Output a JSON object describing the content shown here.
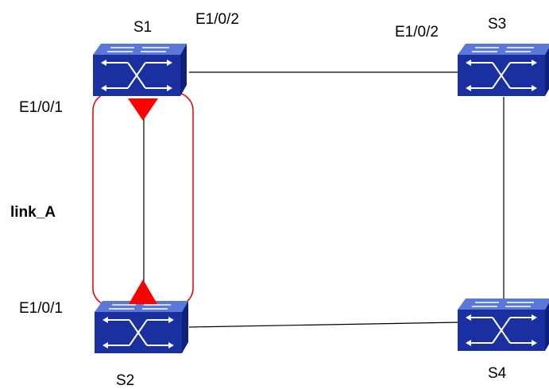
{
  "switches": {
    "s1": {
      "name": "S1"
    },
    "s2": {
      "name": "S2"
    },
    "s3": {
      "name": "S3"
    },
    "s4": {
      "name": "S4"
    }
  },
  "ports": {
    "s1_e102": "E1/0/2",
    "s3_e102": "E1/0/2",
    "s1_e101": "E1/0/1",
    "s2_e101": "E1/0/1"
  },
  "link_label": "link_A",
  "colors": {
    "switch_top": "#3a5cc4",
    "switch_front": "#1a2fa0",
    "switch_side": "#0f1f7a",
    "marker": "#ff0000",
    "link_box": "#e00000",
    "line": "#000000"
  }
}
